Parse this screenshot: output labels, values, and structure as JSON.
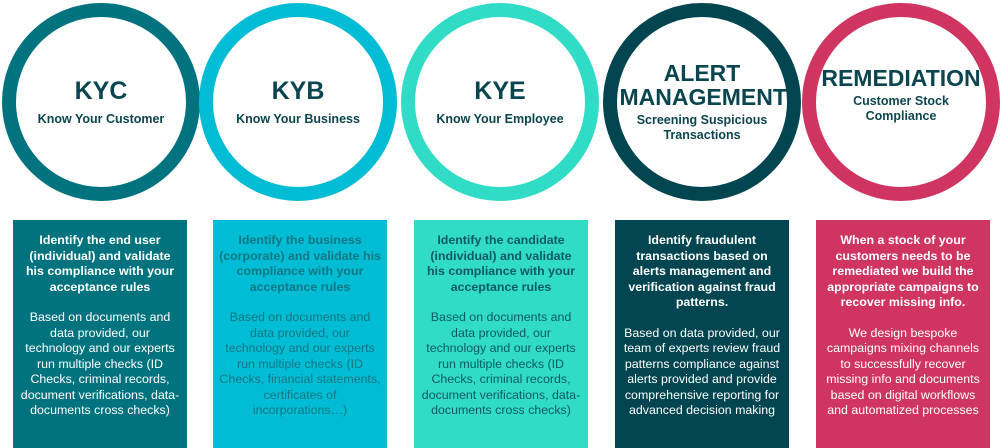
{
  "colors": {
    "kyc": "#00737f",
    "kyb": "#00bcd4",
    "kye": "#31dcc6",
    "alert": "#014550",
    "remediation": "#d03561",
    "title_text": "#0b4650",
    "kyb_box_text": "#127883",
    "kye_box_text": "#0e5a62"
  },
  "items": [
    {
      "title": "KYC",
      "subtitle": "Know Your Customer",
      "heading": "Identify the end user (individual) and validate his compliance with your acceptance rules",
      "body": "Based on documents and data provided, our technology and our experts run multiple checks (ID Checks, criminal records, document verifications, data-documents cross checks)"
    },
    {
      "title": "KYB",
      "subtitle": "Know Your Business",
      "heading": "Identify the business (corporate) and validate his compliance with your acceptance rules",
      "body": "Based on documents and data provided, our technology and our experts run multiple checks (ID Checks, financial statements, certificates of incorporations…)"
    },
    {
      "title": "KYE",
      "subtitle": "Know Your Employee",
      "heading": "Identify the candidate (individual) and validate his compliance with your acceptance rules",
      "body": "Based on documents and data provided, our technology and our experts run multiple checks (ID Checks, criminal records, document verifications, data-documents cross checks)"
    },
    {
      "title": "ALERT MANAGEMENT",
      "subtitle": "Screening Suspicious Transactions",
      "heading": "Identify fraudulent transactions based on alerts management and verification against fraud patterns.",
      "body": "Based on data provided, our team of experts review fraud patterns compliance against alerts provided and provide comprehensive reporting for advanced decision making"
    },
    {
      "title": "REMEDIATION",
      "subtitle": "Customer Stock Compliance",
      "heading": "When a stock of your customers needs to be remediated we build the appropriate campaigns to recover missing info.",
      "body": "We design bespoke campaigns mixing channels to successfully recover missing info and documents based on digital workflows and automatized processes"
    }
  ]
}
